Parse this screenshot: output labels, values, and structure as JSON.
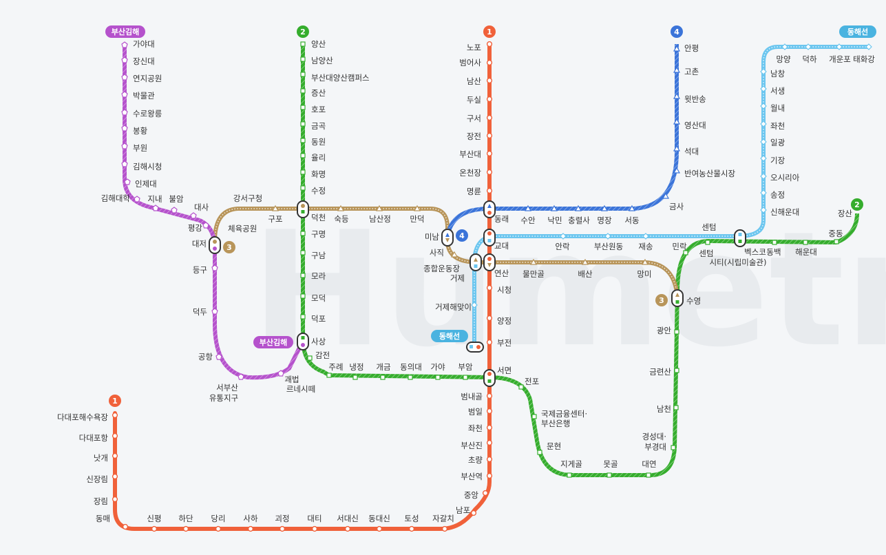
{
  "watermark": "Humetro",
  "colors": {
    "line1": "#f0613a",
    "line2": "#35ad2d",
    "line3": "#b8955a",
    "line4": "#3b74d9",
    "gimhae": "#b552cc",
    "donghae": "#6cc6ef"
  },
  "badges": {
    "line1": "1",
    "line2": "2",
    "line3": "3",
    "line4": "4",
    "gimhae": "부산김해",
    "donghae": "동해선"
  },
  "stations": {
    "line1": [
      "노포",
      "범어사",
      "남산",
      "두실",
      "구서",
      "장전",
      "부산대",
      "온천장",
      "명륜",
      "동래",
      "교대",
      "연산",
      "시청",
      "양정",
      "부전",
      "서면",
      "범내골",
      "범일",
      "좌천",
      "부산진",
      "초량",
      "부산역",
      "중앙",
      "남포",
      "자갈치",
      "토성",
      "동대신",
      "서대신",
      "대티",
      "괴정",
      "사하",
      "당리",
      "하단",
      "신평",
      "동매",
      "장림",
      "신장림",
      "낫개",
      "다대포항",
      "다대포해수욕장"
    ],
    "line2": [
      "양산",
      "남양산",
      "부산대양산캠퍼스",
      "증산",
      "호포",
      "금곡",
      "동원",
      "율리",
      "화명",
      "수정",
      "덕천",
      "구명",
      "구남",
      "모라",
      "모덕",
      "덕포",
      "사상",
      "감전",
      "주례",
      "냉정",
      "개금",
      "동의대",
      "가야",
      "부암",
      "전포",
      "국제금융센터·",
      "부산은행",
      "문현",
      "지게골",
      "못골",
      "대연",
      "경성대·",
      "부경대",
      "남천",
      "금련산",
      "광안",
      "수영",
      "민락",
      "센텀",
      "센텀",
      "시티(시립미술관)",
      "벡스코",
      "동백",
      "해운대",
      "중동",
      "장산"
    ],
    "line3": [
      "강서구청",
      "구포",
      "숙등",
      "남산정",
      "만덕",
      "미남",
      "사직",
      "종합운동장",
      "거제",
      "물만골",
      "배산",
      "망미",
      "체육공원",
      "대저"
    ],
    "line4": [
      "안평",
      "고촌",
      "윗반송",
      "영산대",
      "석대",
      "반여농산물시장",
      "금사",
      "서동",
      "명장",
      "충렬사",
      "낙민",
      "수안"
    ],
    "gimhae": [
      "가야대",
      "장신대",
      "연지공원",
      "박물관",
      "수로왕릉",
      "봉황",
      "부원",
      "김해시청",
      "인제대",
      "김해대학",
      "지내",
      "불암",
      "대사",
      "평강",
      "등구",
      "덕두",
      "공항",
      "서부산",
      "유통지구",
      "괘법",
      "르네시떼"
    ],
    "donghae": [
      "태화강",
      "개운포",
      "덕하",
      "망양",
      "남창",
      "서생",
      "월내",
      "좌천",
      "일광",
      "기장",
      "오시리아",
      "송정",
      "신해운대",
      "재송",
      "부산원동",
      "안락",
      "거제해맞이"
    ]
  }
}
